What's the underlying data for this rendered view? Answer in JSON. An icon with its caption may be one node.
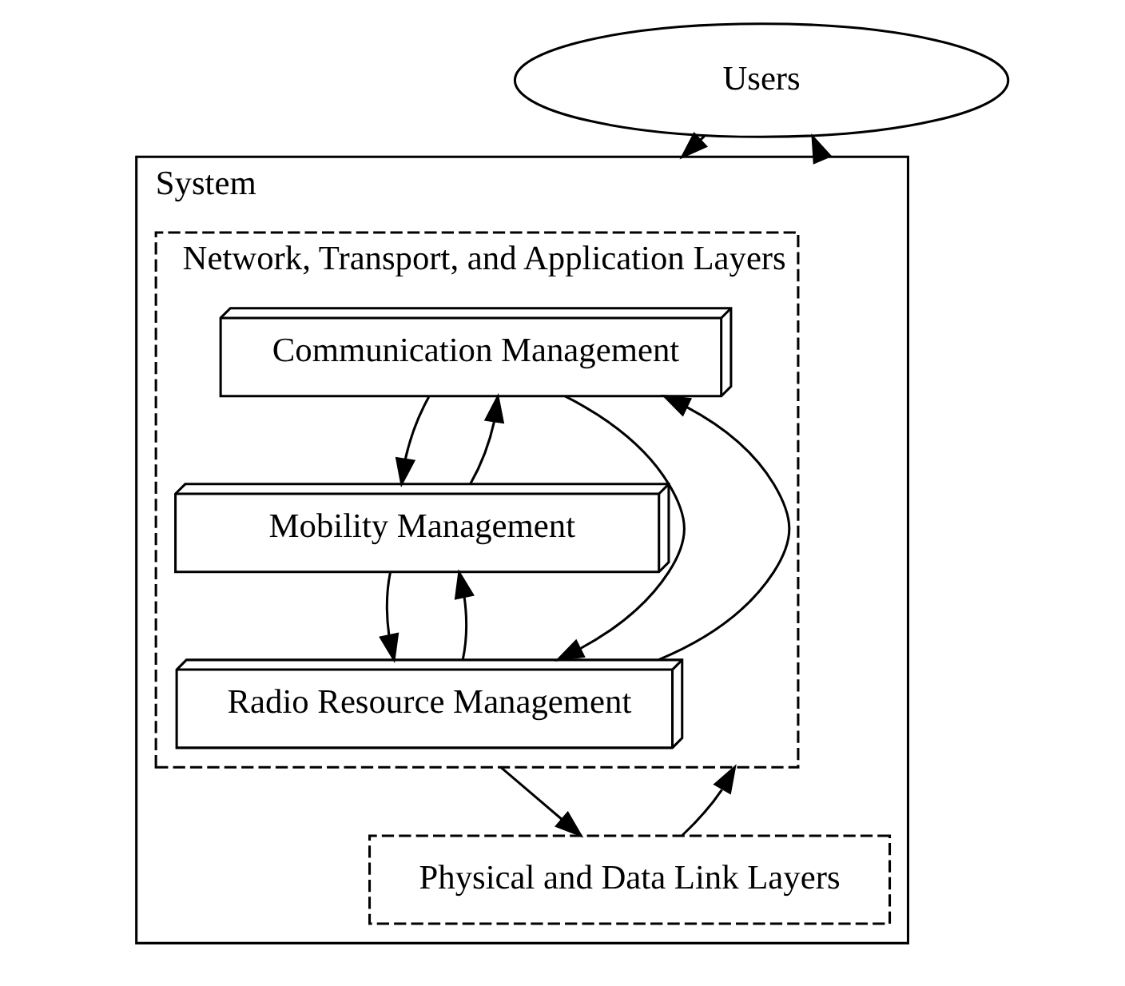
{
  "diagram": {
    "nodes": [
      {
        "text": [
          "Users"
        ]
      },
      {
        "text": [
          "System"
        ]
      },
      {
        "text": [
          "Network, Transport, and Application Layers"
        ],
        "in": 1
      },
      {
        "text": [
          "Communication Management"
        ],
        "in": 2
      },
      {
        "text": [
          "Mobility Management"
        ],
        "in": 2
      },
      {
        "text": [
          "Radio Resource Management"
        ],
        "in": 2
      },
      {
        "text": [
          "Physical and Data Link Layers"
        ],
        "in": 1
      }
    ],
    "edges": [
      {
        "from": 0,
        "to": 1,
        "arrow": "to"
      },
      {
        "from": 1,
        "to": 0,
        "arrow": "to"
      },
      {
        "from": 3,
        "to": 4,
        "arrow": "to"
      },
      {
        "from": 4,
        "to": 3,
        "arrow": "to"
      },
      {
        "from": 4,
        "to": 5,
        "arrow": "to"
      },
      {
        "from": 5,
        "to": 4,
        "arrow": "to"
      },
      {
        "from": 5,
        "to": 3,
        "arrow": "to"
      },
      {
        "from": 3,
        "to": 5,
        "arrow": "to"
      },
      {
        "from": 2,
        "to": 6,
        "arrow": "to"
      },
      {
        "from": 6,
        "to": 2,
        "arrow": "to"
      }
    ]
  }
}
